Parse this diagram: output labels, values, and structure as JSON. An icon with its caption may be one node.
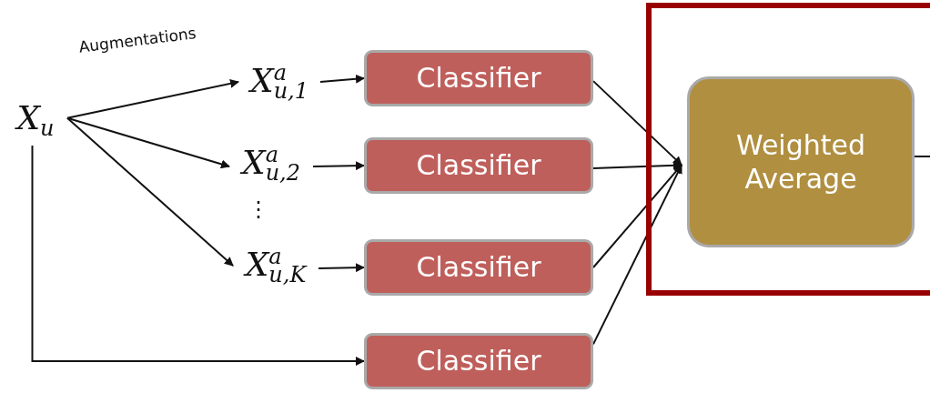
{
  "diagram": {
    "nodes": [
      {
        "text": [
          "X$_{u}$"
        ]
      },
      {
        "text": [
          "X$^{a}$$_{u,1}$"
        ]
      },
      {
        "text": [
          "X$^{a}$$_{u,2}$"
        ]
      },
      {
        "text": [
          "X$^{a}$$_{u,K}$"
        ]
      },
      {
        "text": [
          "Classifier"
        ]
      },
      {
        "text": [
          "Classifier"
        ]
      },
      {
        "text": [
          "Classifier"
        ]
      },
      {
        "text": [
          "Classifier"
        ]
      },
      {
        "text": [],
        "shape": "box"
      },
      {
        "text": [
          "Weighted Average"
        ],
        "in": 8
      }
    ],
    "edges": [
      {
        "from": 0,
        "to": 1,
        "arrow": "to",
        "label": "Augmentations"
      },
      {
        "from": 0,
        "to": 2,
        "arrow": "to"
      },
      {
        "from": 0,
        "to": 3,
        "arrow": "to"
      },
      {
        "from": 0,
        "to": 7,
        "arrow": "to"
      },
      {
        "from": 1,
        "to": 4,
        "arrow": "to"
      },
      {
        "from": 2,
        "to": 5,
        "arrow": "to"
      },
      {
        "from": 3,
        "to": 6,
        "arrow": "to"
      },
      {
        "from": 4,
        "to": 9,
        "arrow": "to"
      },
      {
        "from": 5,
        "to": 9,
        "arrow": "to"
      },
      {
        "from": 6,
        "to": 9,
        "arrow": "to"
      },
      {
        "from": 7,
        "to": 9,
        "arrow": "to"
      },
      {
        "from": 9,
        "to": null,
        "arrow": "none"
      }
    ],
    "labels": [
      "⋮"
    ]
  }
}
